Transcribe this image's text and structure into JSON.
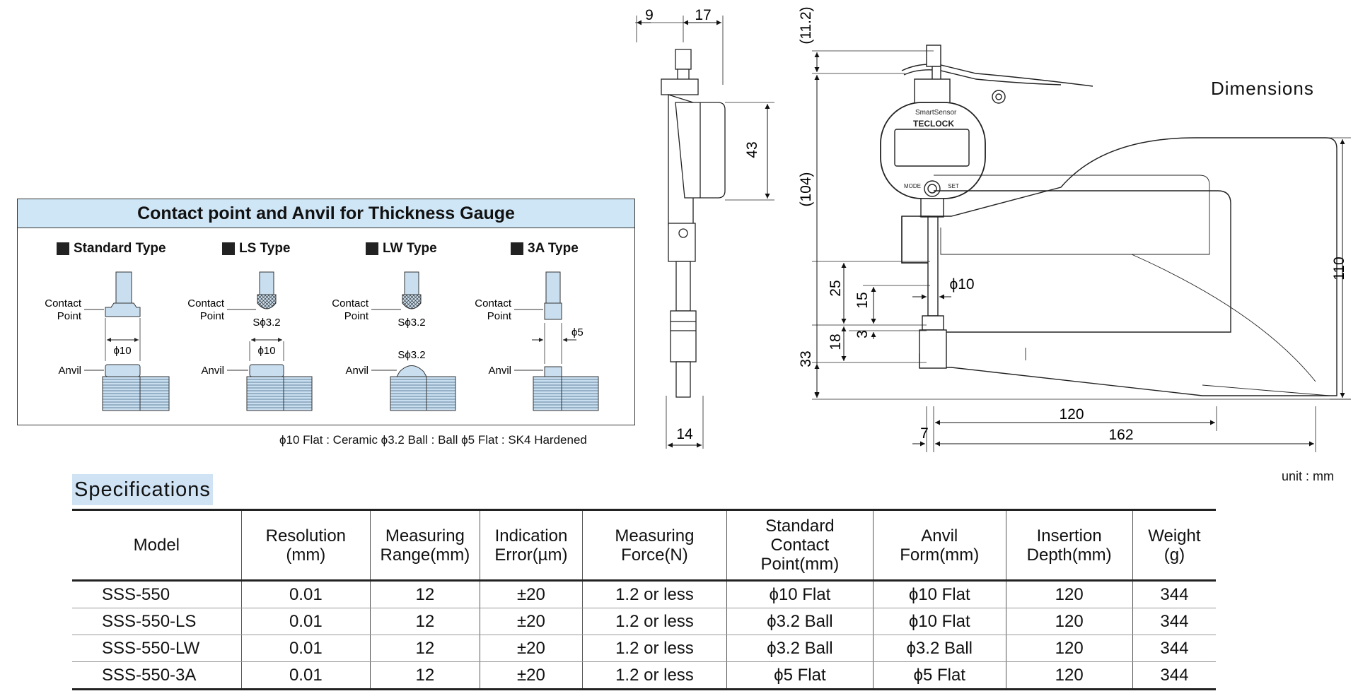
{
  "contact_panel": {
    "title": "Contact point and Anvil for Thickness Gauge",
    "types": [
      {
        "name": "Standard Type"
      },
      {
        "name": "LS Type"
      },
      {
        "name": "LW Type"
      },
      {
        "name": "3A Type"
      }
    ],
    "labels": {
      "contact_point_line1": "Contact",
      "contact_point_line2": "Point",
      "anvil": "Anvil",
      "dia10": "ϕ10",
      "s_dia32": "Sϕ3.2",
      "dia5": "ϕ5"
    },
    "note": "ϕ10 Flat : Ceramic   ϕ3.2 Ball : Ball   ϕ5 Flat : SK4 Hardened"
  },
  "dimensions": {
    "title": "Dimensions",
    "unit": "unit : mm",
    "side_view": {
      "d9": "9",
      "d17": "17",
      "d43": "43",
      "d14": "14"
    },
    "front_view": {
      "d11_2": "(11.2)",
      "d104": "(104)",
      "d25": "25",
      "d15": "15",
      "d18": "18",
      "d3": "3",
      "d33": "33",
      "phi10": "ϕ10",
      "d110": "110",
      "d120": "120",
      "d162": "162",
      "d7": "7"
    },
    "gauge_brand": "TECLOCK",
    "gauge_sub": "SmartSensor",
    "gauge_mode": "MODE",
    "gauge_set": "SET"
  },
  "specs": {
    "title": "Specifications",
    "headers": [
      [
        "Model"
      ],
      [
        "Resolution",
        "(mm)"
      ],
      [
        "Measuring",
        "Range(mm)"
      ],
      [
        "Indication",
        "Error(µm)"
      ],
      [
        "Measuring",
        "Force(N)"
      ],
      [
        "Standard",
        "Contact",
        "Point(mm)"
      ],
      [
        "Anvil",
        "Form(mm)"
      ],
      [
        "Insertion",
        "Depth(mm)"
      ],
      [
        "Weight",
        "(g)"
      ]
    ],
    "rows": [
      [
        "SSS-550",
        "0.01",
        "12",
        "±20",
        "1.2 or less",
        "ϕ10 Flat",
        "ϕ10 Flat",
        "120",
        "344"
      ],
      [
        "SSS-550-LS",
        "0.01",
        "12",
        "±20",
        "1.2 or less",
        "ϕ3.2 Ball",
        "ϕ10 Flat",
        "120",
        "344"
      ],
      [
        "SSS-550-LW",
        "0.01",
        "12",
        "±20",
        "1.2 or less",
        "ϕ3.2 Ball",
        "ϕ3.2 Ball",
        "120",
        "344"
      ],
      [
        "SSS-550-3A",
        "0.01",
        "12",
        "±20",
        "1.2 or less",
        "ϕ5 Flat",
        "ϕ5 Flat",
        "120",
        "344"
      ]
    ]
  }
}
